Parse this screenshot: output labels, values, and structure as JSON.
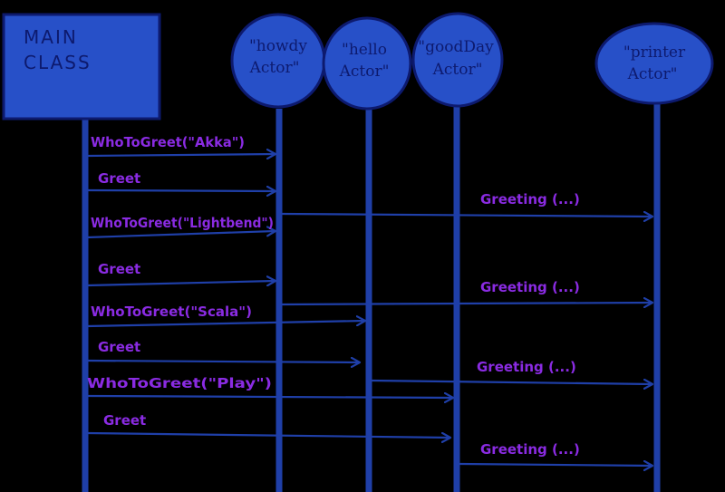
{
  "colors": {
    "background": "#000000",
    "actor_fill": "#2750c8",
    "outline": "#0d1a6e",
    "lifeline": "#1f3fa8",
    "arrow": "#1f3fa8",
    "message_text": "#8a2be2"
  },
  "main": {
    "label_line1": "MAIN",
    "label_line2": "CLASS"
  },
  "actors": [
    {
      "id": "howdy",
      "line1": "\"howdy",
      "line2": "Actor\""
    },
    {
      "id": "hello",
      "line1": "\"hello",
      "line2": "Actor\""
    },
    {
      "id": "goodDay",
      "line1": "\"goodDay",
      "line2": "Actor\""
    },
    {
      "id": "printer",
      "line1": "\"printer",
      "line2": "Actor\""
    }
  ],
  "messages": [
    {
      "from": "main",
      "to": "howdy",
      "label": "WhoToGreet(\"Akka\")"
    },
    {
      "from": "main",
      "to": "howdy",
      "label": "Greet"
    },
    {
      "from": "howdy",
      "to": "printer",
      "label": "Greeting (...)"
    },
    {
      "from": "main",
      "to": "howdy",
      "label": "WhoToGreet(\"Lightbend\")"
    },
    {
      "from": "main",
      "to": "howdy",
      "label": "Greet"
    },
    {
      "from": "howdy",
      "to": "printer",
      "label": "Greeting (...)"
    },
    {
      "from": "main",
      "to": "hello",
      "label": "WhoToGreet(\"Scala\")"
    },
    {
      "from": "main",
      "to": "hello",
      "label": "Greet"
    },
    {
      "from": "hello",
      "to": "printer",
      "label": "Greeting (...)"
    },
    {
      "from": "main",
      "to": "goodDay",
      "label": "WhoToGreet(\"Play\")"
    },
    {
      "from": "main",
      "to": "goodDay",
      "label": "Greet"
    },
    {
      "from": "goodDay",
      "to": "printer",
      "label": "Greeting (...)"
    }
  ]
}
